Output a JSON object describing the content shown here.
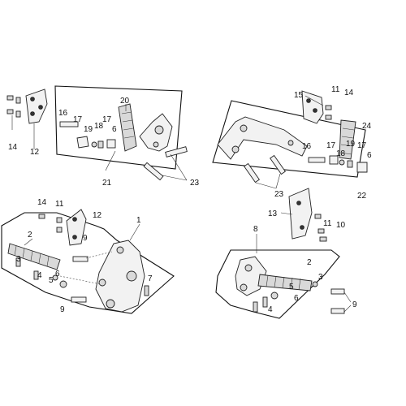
{
  "diagram": {
    "labels": {
      "tl_20": "20",
      "tl_16": "16",
      "tl_17a": "17",
      "tl_19": "19",
      "tl_18": "18",
      "tl_17b": "17",
      "tl_6": "6",
      "tl_21": "21",
      "tl_23": "23",
      "ol_14": "14",
      "ol_12": "12",
      "tr_15": "15",
      "tr_11": "11",
      "tr_14": "14",
      "tr_24": "24",
      "tr_16": "16",
      "tr_17a": "17",
      "tr_18": "18",
      "tr_19": "19",
      "tr_17b": "17",
      "tr_6": "6",
      "tr_23": "23",
      "tr_22": "22",
      "mr_13": "13",
      "mr_11": "11",
      "mr_10": "10",
      "bl_14": "14",
      "bl_11": "11",
      "bl_12": "12",
      "bl_1": "1",
      "bl_2": "2",
      "bl_9a": "9",
      "bl_3": "3",
      "bl_4": "4",
      "bl_6": "6",
      "bl_5": "5",
      "bl_7": "7",
      "bl_9b": "9",
      "br_8": "8",
      "br_2": "2",
      "br_3": "3",
      "br_5": "5",
      "br_6": "6",
      "br_4": "4",
      "br_9": "9"
    }
  }
}
